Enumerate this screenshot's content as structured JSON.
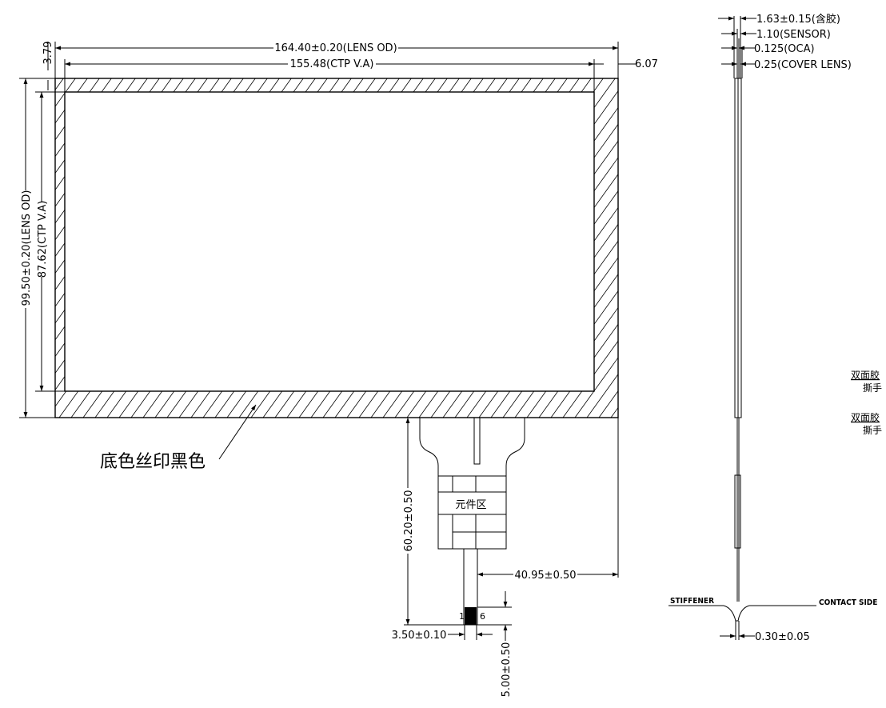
{
  "front_view": {
    "lens_width": "164.40±0.20(LENS OD)",
    "va_width": "155.48(CTP V.A)",
    "offset_left": "3.79",
    "offset_right": "6.07",
    "lens_height": "99.50±0.20(LENS OD)",
    "va_height": "87.62(CTP V.A)",
    "silkscreen_note": "底色丝印黑色"
  },
  "fpc": {
    "component_area": "元件区",
    "total_length": "60.20±0.50",
    "offset_to_edge": "40.95±0.50",
    "finger_width": "3.50±0.10",
    "finger_length": "5.00±0.50",
    "pin_first": "1",
    "pin_last": "6"
  },
  "side_view": {
    "total_thickness": "1.63±0.15(含胶)",
    "sensor": "1.10(SENSOR)",
    "oca": "0.125(OCA)",
    "cover_lens": "0.25(COVER LENS)",
    "stiffener": "STIFFENER",
    "contact_side": "CONTACT SIDE",
    "fpc_thickness": "0.30±0.05",
    "tape_label_1": "双面胶",
    "tear_label_1": "撕手",
    "tape_label_2": "双面胶",
    "tear_label_2": "撕手"
  }
}
